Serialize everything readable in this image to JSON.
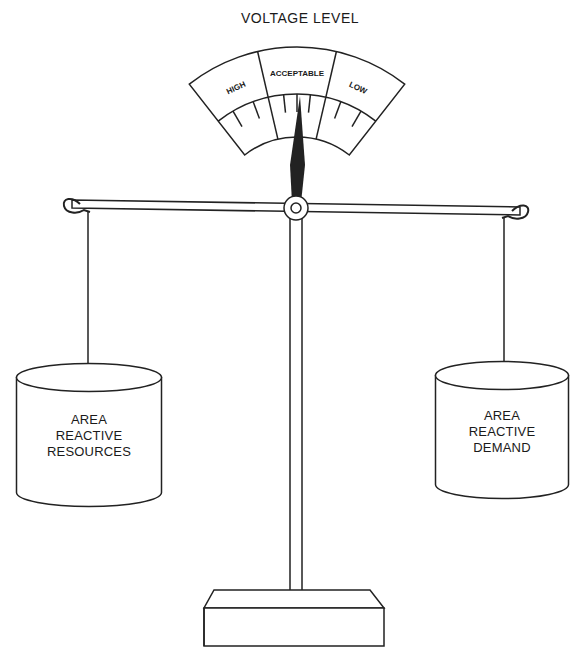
{
  "diagram": {
    "title": "VOLTAGE LEVEL",
    "nodes": [
      {
        "text": [
          "AREA REACTIVE RESOURCES"
        ]
      },
      {
        "text": [
          "AREA REACTIVE DEMAND"
        ]
      }
    ],
    "labels": [
      "HIGH",
      "ACCEPTABLE",
      "LOW"
    ]
  }
}
